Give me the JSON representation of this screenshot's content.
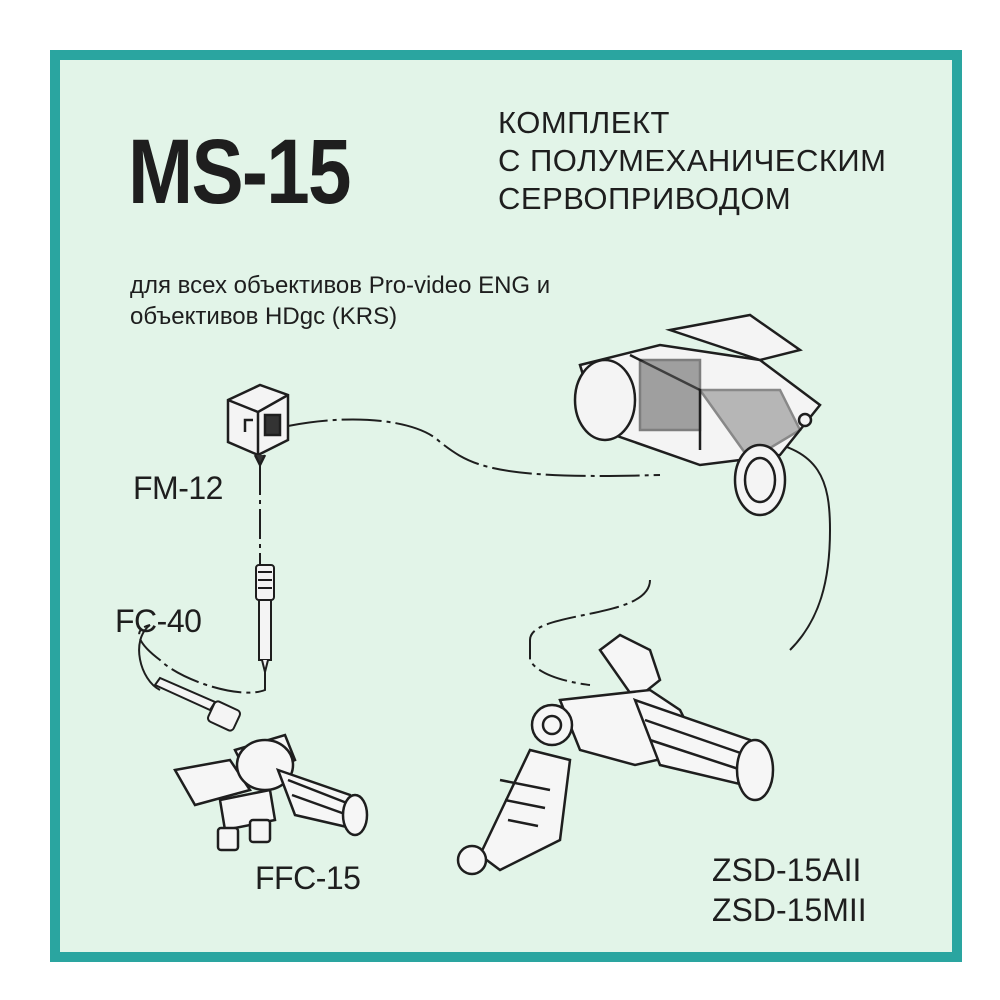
{
  "title": "MS-15",
  "heading": [
    "КОМПЛЕКТ",
    "С ПОЛУМЕХАНИЧЕСКИМ",
    "СЕРВОПРИВОДОМ"
  ],
  "subtitle": [
    "для всех объективов Pro-video ENG и",
    "объективов HDgc (KRS)"
  ],
  "components": {
    "fm12": "FM-12",
    "fc40": "FC-40",
    "ffc15": "FFC-15",
    "zsd": [
      "ZSD-15AII",
      "ZSD-15MII"
    ]
  },
  "colors": {
    "border": "#2aa5a0",
    "background": "#e2f4e8",
    "ink": "#1e1e1e"
  }
}
